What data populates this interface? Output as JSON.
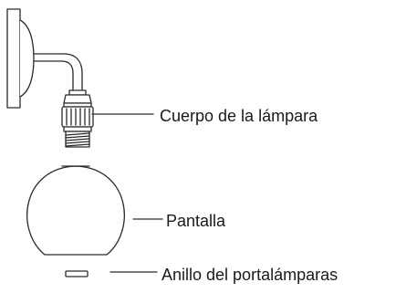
{
  "labels": {
    "lamp_body": "Cuerpo de la lámpara",
    "shade": "Pantalla",
    "holder_ring": "Anillo del portalámparas"
  },
  "colors": {
    "line": "#2a2a2a",
    "background": "#ffffff"
  }
}
